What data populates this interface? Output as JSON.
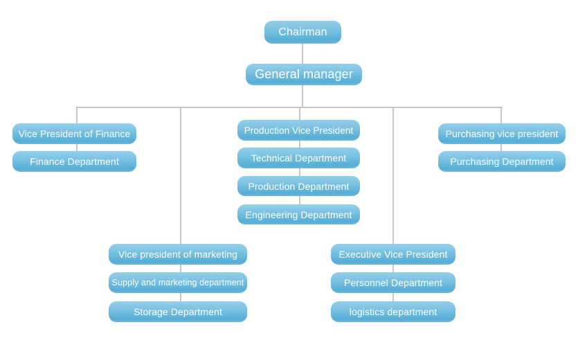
{
  "diagram": {
    "type": "org-chart",
    "nodes": [
      {
        "id": "chairman",
        "label": "Chairman"
      },
      {
        "id": "general-manager",
        "label": "General manager"
      },
      {
        "id": "vp-finance",
        "label": "Vice President of Finance"
      },
      {
        "id": "finance-dept",
        "label": "Finance Department"
      },
      {
        "id": "marketing-vp",
        "label": "Vice president of marketing"
      },
      {
        "id": "supply-dept",
        "label": "Supply and marketing department"
      },
      {
        "id": "storage-dept",
        "label": "Storage Department"
      },
      {
        "id": "production-vp",
        "label": "Production Vice President"
      },
      {
        "id": "technical-dept",
        "label": "Technical Department"
      },
      {
        "id": "production-dept",
        "label": "Production Department"
      },
      {
        "id": "engineering-dept",
        "label": "Engineering Department"
      },
      {
        "id": "executive-vp",
        "label": "Executive Vice President"
      },
      {
        "id": "personnel-dept",
        "label": "Personnel Department"
      },
      {
        "id": "logistics-dept",
        "label": "logistics department"
      },
      {
        "id": "purchasing-vp",
        "label": "Purchasing vice president"
      },
      {
        "id": "purchasing-dept",
        "label": "Purchasing Department"
      }
    ],
    "edges": [
      [
        "chairman",
        "general-manager"
      ],
      [
        "general-manager",
        "vp-finance"
      ],
      [
        "general-manager",
        "marketing-vp"
      ],
      [
        "general-manager",
        "production-vp"
      ],
      [
        "general-manager",
        "executive-vp"
      ],
      [
        "general-manager",
        "purchasing-vp"
      ],
      [
        "vp-finance",
        "finance-dept"
      ],
      [
        "marketing-vp",
        "supply-dept"
      ],
      [
        "supply-dept",
        "storage-dept"
      ],
      [
        "production-vp",
        "technical-dept"
      ],
      [
        "technical-dept",
        "production-dept"
      ],
      [
        "production-dept",
        "engineering-dept"
      ],
      [
        "executive-vp",
        "personnel-dept"
      ],
      [
        "personnel-dept",
        "logistics-dept"
      ],
      [
        "purchasing-vp",
        "purchasing-dept"
      ]
    ]
  },
  "colors": {
    "background": "#ffffff",
    "box_top": "#96cfea",
    "box_mid": "#76c0e1",
    "box_bottom": "#56aed6",
    "box_edge_glow": "#69b8dc",
    "text": "#ffffff",
    "line": "#c6c6c6"
  }
}
